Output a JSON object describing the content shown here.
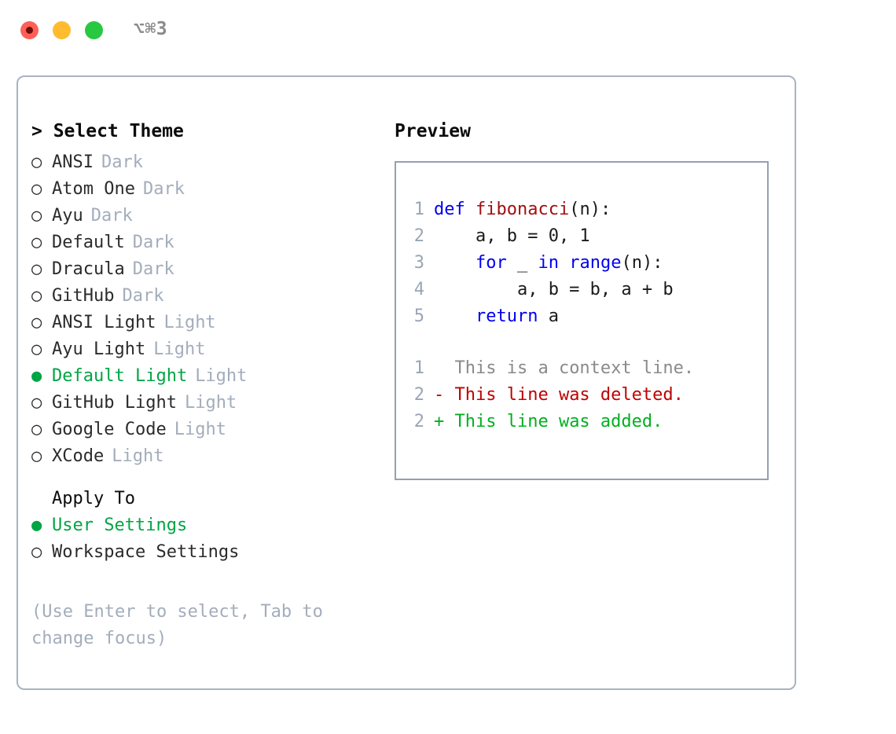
{
  "titlebar": {
    "shortcut": "⌥⌘3",
    "buttons": [
      {
        "name": "close",
        "color": "#ff5f57"
      },
      {
        "name": "minimize",
        "color": "#febc2e"
      },
      {
        "name": "maximize",
        "color": "#28c840"
      }
    ]
  },
  "theme_panel": {
    "header": "> Select Theme",
    "items": [
      {
        "bullet": "○",
        "name": "ANSI",
        "kind": "Dark",
        "selected": false
      },
      {
        "bullet": "○",
        "name": "Atom One",
        "kind": "Dark",
        "selected": false
      },
      {
        "bullet": "○",
        "name": "Ayu",
        "kind": "Dark",
        "selected": false
      },
      {
        "bullet": "○",
        "name": "Default",
        "kind": "Dark",
        "selected": false
      },
      {
        "bullet": "○",
        "name": "Dracula",
        "kind": "Dark",
        "selected": false
      },
      {
        "bullet": "○",
        "name": "GitHub",
        "kind": "Dark",
        "selected": false
      },
      {
        "bullet": "○",
        "name": "ANSI Light",
        "kind": "Light",
        "selected": false
      },
      {
        "bullet": "○",
        "name": "Ayu Light",
        "kind": "Light",
        "selected": false
      },
      {
        "bullet": "●",
        "name": "Default Light",
        "kind": "Light",
        "selected": true
      },
      {
        "bullet": "○",
        "name": "GitHub Light",
        "kind": "Light",
        "selected": false
      },
      {
        "bullet": "○",
        "name": "Google Code",
        "kind": "Light",
        "selected": false
      },
      {
        "bullet": "○",
        "name": "XCode",
        "kind": "Light",
        "selected": false
      }
    ]
  },
  "apply_to": {
    "header": "Apply To",
    "options": [
      {
        "bullet": "●",
        "label": "User Settings",
        "selected": true
      },
      {
        "bullet": "○",
        "label": "Workspace Settings",
        "selected": false
      }
    ]
  },
  "hint": "(Use Enter to select, Tab to change focus)",
  "preview": {
    "header": "Preview",
    "code_lines": [
      {
        "lineno": "1",
        "tokens": [
          {
            "text": "def ",
            "type": "keyword"
          },
          {
            "text": "fibonacci",
            "type": "function"
          },
          {
            "text": "(n):",
            "type": "plain"
          }
        ]
      },
      {
        "lineno": "2",
        "tokens": [
          {
            "text": "    a, b = 0, 1",
            "type": "plain"
          }
        ]
      },
      {
        "lineno": "3",
        "tokens": [
          {
            "text": "    ",
            "type": "plain"
          },
          {
            "text": "for",
            "type": "keyword"
          },
          {
            "text": " _ ",
            "type": "plain"
          },
          {
            "text": "in",
            "type": "keyword"
          },
          {
            "text": " ",
            "type": "plain"
          },
          {
            "text": "range",
            "type": "keyword"
          },
          {
            "text": "(n):",
            "type": "plain"
          }
        ]
      },
      {
        "lineno": "4",
        "tokens": [
          {
            "text": "        a, b = b, a + b",
            "type": "plain"
          }
        ]
      },
      {
        "lineno": "5",
        "tokens": [
          {
            "text": "    ",
            "type": "plain"
          },
          {
            "text": "return",
            "type": "keyword"
          },
          {
            "text": " a",
            "type": "plain"
          }
        ]
      }
    ],
    "diff_lines": [
      {
        "lineno": "1",
        "marker": " ",
        "text": " This is a context line.",
        "type": "context"
      },
      {
        "lineno": "2",
        "marker": "-",
        "text": " This line was deleted.",
        "type": "deleted"
      },
      {
        "lineno": "2",
        "marker": "+",
        "text": " This line was added.",
        "type": "added"
      }
    ]
  },
  "colors": {
    "accent_green": "#00a544",
    "muted": "#a3adbb",
    "keyword": "#0000ee",
    "function": "#a01010",
    "diff_delete": "#c00000",
    "diff_add": "#00b020",
    "border": "#a9b3c1"
  }
}
